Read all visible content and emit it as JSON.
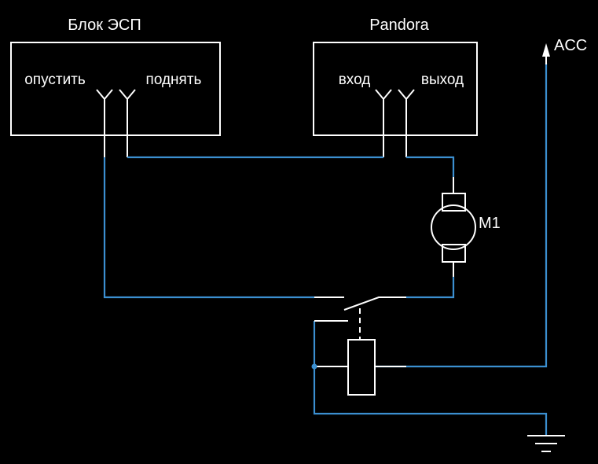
{
  "esp_block": {
    "title": "Блок ЭСП",
    "pin_lower": "опустить",
    "pin_raise": "поднять"
  },
  "pandora_block": {
    "title": "Pandora",
    "pin_in": "вход",
    "pin_out": "выход"
  },
  "motor": {
    "label": "M1"
  },
  "acc": {
    "label": "ACC"
  },
  "colors": {
    "background": "#000000",
    "component": "#ffffff",
    "wire": "#3b8fd0"
  }
}
